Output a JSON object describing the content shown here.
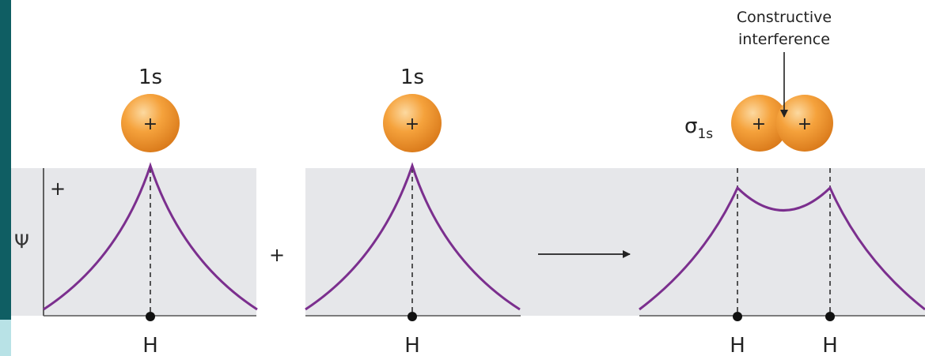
{
  "diagram": {
    "psi_label": "Ψ",
    "sign_label": "+",
    "plus_operator": "+",
    "annotation_line1": "Constructive",
    "annotation_line2": "interference",
    "left_atom": {
      "orbital_label": "1s",
      "nucleus_label": "H",
      "sphere_sign": "+"
    },
    "middle_atom": {
      "orbital_label": "1s",
      "nucleus_label": "H",
      "sphere_sign": "+"
    },
    "result": {
      "orbital_label_main": "σ",
      "orbital_label_sub": "1s",
      "nucleus_label_1": "H",
      "nucleus_label_2": "H",
      "sphere_sign_1": "+",
      "sphere_sign_2": "+"
    },
    "colors": {
      "curve": "#7b2f8e",
      "sphere_light": "#fcd9a0",
      "sphere_mid": "#f5a23c",
      "sphere_dark": "#d9791a",
      "panel_background": "#e6e7ea",
      "left_edge_bar": "#0f5e63",
      "left_edge_light": "#b8e2e6"
    }
  }
}
